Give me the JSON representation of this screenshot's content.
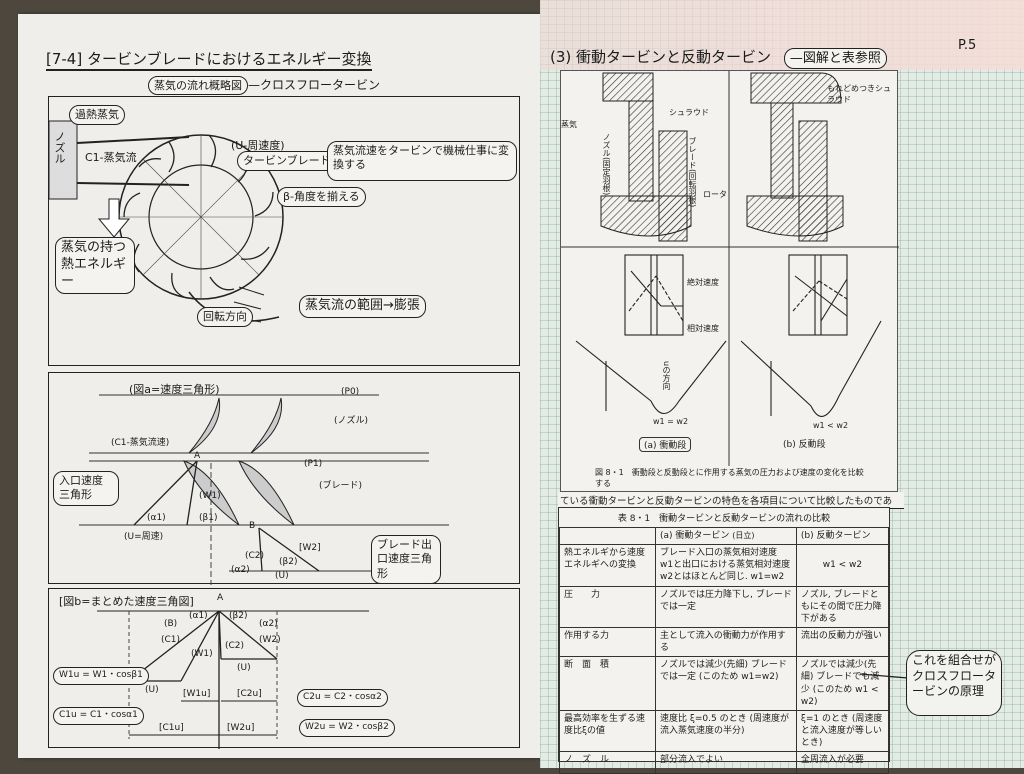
{
  "left": {
    "title": "[7-4] タービンブレードにおけるエネルギー変換",
    "subtitle": "蒸気の流れ概略図",
    "subtitle_suffix": "—クロスフロータービン",
    "section1": {
      "superheated_steam": "過熱蒸気",
      "nozzle": "ノズル",
      "steam_flow": "C1-蒸気流",
      "peripheral_speed": "(U-周速度)",
      "turbine_blade": "タービンブレード",
      "note_convert": "蒸気流速をタービンで機械仕事に変換する",
      "beta_angle": "β-角度を揃える",
      "thermal_energy": "蒸気の持つ熱エネルギー",
      "rotation_direction": "回転方向",
      "steam_expansion": "蒸気流の範囲→膨張"
    },
    "section2": {
      "title": "(図a=速度三角形)",
      "p0": "(P0)",
      "nozzle": "(ノズル)",
      "p1": "(P1)",
      "blade": "(ブレード)",
      "inlet_triangle": "入口速度三角形",
      "outlet_triangle": "ブレード出口速度三角形",
      "c1": "(C1-蒸気流速)",
      "w1": "(W1)",
      "alpha1": "(α1)",
      "beta1": "(β1)",
      "u": "(U=周速)",
      "u2": "(U)",
      "w2": "[W2]",
      "c2": "(C2)",
      "alpha2": "(α2)",
      "beta2": "(β2)",
      "point_a": "A",
      "point_b": "B"
    },
    "section3": {
      "title": "[図b=まとめた速度三角図]",
      "point_a": "A",
      "b": "(B)",
      "alpha1": "(α1)",
      "c1": "(C1)",
      "w1": "(W1)",
      "beta2": "(β2)",
      "alpha2": "(α2)",
      "w2": "(W2)",
      "c2": "(C2)",
      "u": "(U)",
      "u_bottom": "(U)",
      "w1u_label": "[W1u]",
      "c2u_label": "[C2u]",
      "c1u_label": "[C1u]",
      "w2u_label": "[W2u]",
      "eq_w1u": "W1u = W1・cosβ1",
      "eq_c1u": "C1u = C1・cosα1",
      "eq_c2u": "C2u = C2・cosα2",
      "eq_w2u": "W2u = W2・cosβ2"
    }
  },
  "right": {
    "title": "(3) 衝動タービンと反動タービン",
    "title_note": "—図解と表参照",
    "page_number": "P.5",
    "figure": {
      "shroud": "シュラウド",
      "leak_shroud": "もれどめつきシュラウド",
      "steam": "蒸気",
      "nozzle": "ノズル(固定羽根)",
      "blade": "ブレード(回転羽根)",
      "rotor": "ロータ",
      "absolute_velocity": "絶対速度",
      "relative_velocity": "相対速度",
      "u_direction": "uの方向",
      "impulse_eq": "w1 = w2",
      "reaction_eq": "w1 < w2",
      "label_a": "(a) 衝動段",
      "label_b": "(b) 反動段",
      "caption": "図 8・1　衝動段と反動段とに作用する蒸気の圧力および速度の変化を比較する"
    },
    "sentence": "ている衝動タービンと反動タービンの特色を各項目について比較したものであ",
    "table": {
      "title": "表 8・1　衝動タービンと反動タービンの流れの比較",
      "headers": [
        "",
        "(a) 衝動タービン",
        "(b) 反動タービン"
      ],
      "header_note": "(日立)",
      "rows": [
        [
          "熱エネルギから速度エネルギへの変換",
          "ブレード入口の蒸気相対速度 w1と出口における蒸気相対速度 w2とはほとんど同じ. w1=w2",
          "w1 < w2"
        ],
        [
          "圧　　力",
          "ノズルでは圧力降下し, ブレードでは一定",
          "ノズル, ブレードともにその間で圧力降下がある"
        ],
        [
          "作用する力",
          "主として流入の衝動力が作用する",
          "流出の反動力が強い"
        ],
        [
          "断　面　積",
          "ノズルでは減少(先細) ブレードでは一定 (このため w1=w2)",
          "ノズルでは減少(先細) ブレードでも減少 (このため w1 < w2)"
        ],
        [
          "最高効率を生ずる速度比ξの値",
          "速度比 ξ=0.5 のとき (周速度が流入蒸気速度の半分)",
          "ξ=1 のとき (周速度と流入速度が等しいとき)"
        ],
        [
          "ノ　ズ　ル",
          "部分流入でよい",
          "全周流入が必要"
        ]
      ]
    },
    "callout": "これを組合せがクロスフロータービンの原理"
  },
  "colors": {
    "table_bg": "#e9e9e4",
    "grid": "#78aa96",
    "ink": "#1a1a1a"
  }
}
